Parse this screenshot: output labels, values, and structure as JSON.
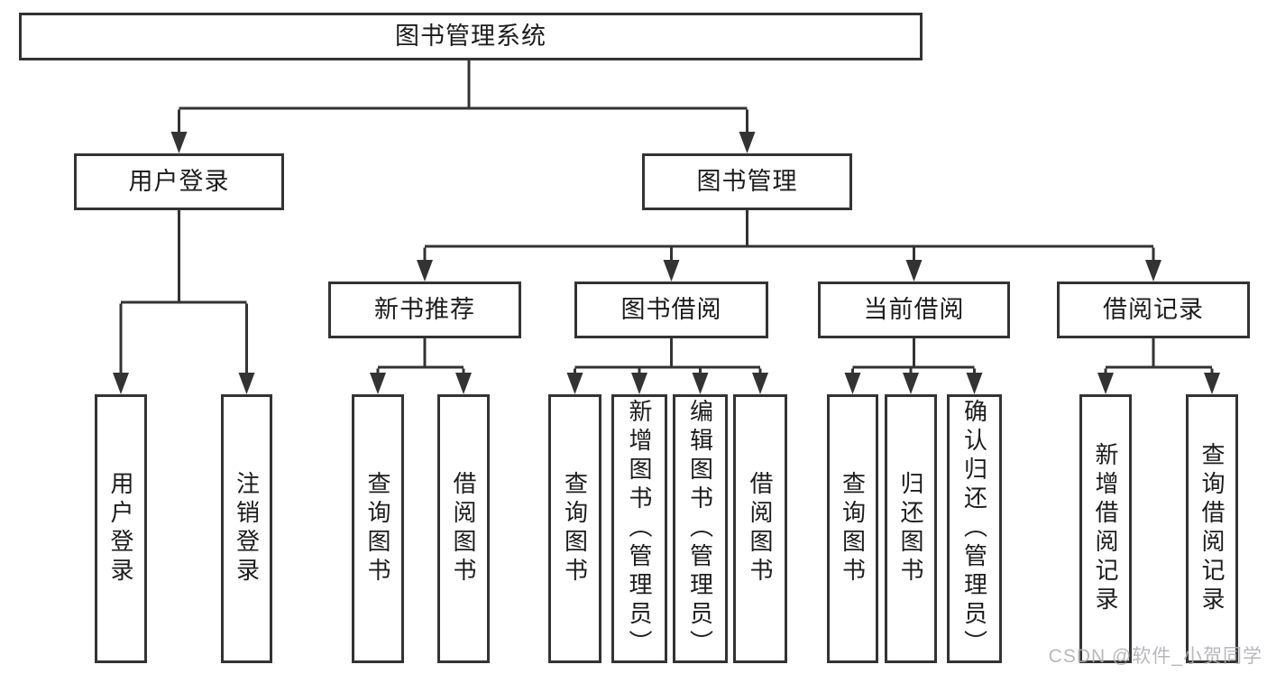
{
  "tree": {
    "label": "图书管理系统",
    "children": [
      {
        "label": "用户登录",
        "children": [
          {
            "label": "用户登录"
          },
          {
            "label": "注销登录"
          }
        ]
      },
      {
        "label": "图书管理",
        "children": [
          {
            "label": "新书推荐",
            "children": [
              {
                "label": "查询图书"
              },
              {
                "label": "借阅图书"
              }
            ]
          },
          {
            "label": "图书借阅",
            "children": [
              {
                "label": "查询图书"
              },
              {
                "label": "新增图书（管理员）"
              },
              {
                "label": "编辑图书（管理员）"
              },
              {
                "label": "借阅图书"
              }
            ]
          },
          {
            "label": "当前借阅",
            "children": [
              {
                "label": "查询图书"
              },
              {
                "label": "归还图书"
              },
              {
                "label": "确认归还（管理员）"
              }
            ]
          },
          {
            "label": "借阅记录",
            "children": [
              {
                "label": "新增借阅记录"
              },
              {
                "label": "查询借阅记录"
              }
            ]
          }
        ]
      }
    ]
  },
  "watermark": {
    "text": "CSDN @软件_小贺同学"
  },
  "colors": {
    "line": "#333333",
    "text": "#1c1c1c",
    "watermark": "#afb1b5",
    "background": "#ffffff"
  }
}
